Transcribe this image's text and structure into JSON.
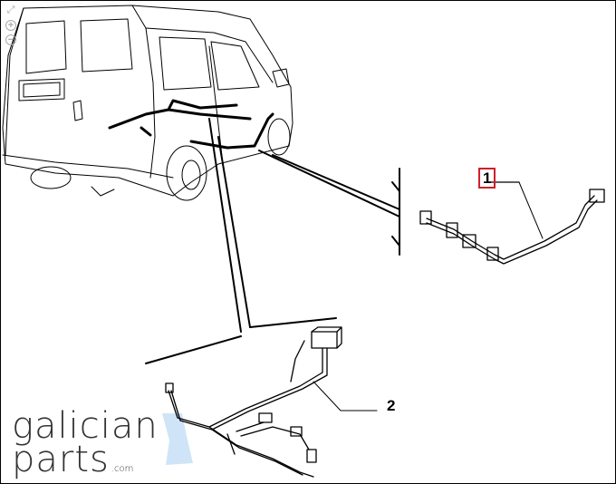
{
  "controls": {
    "fit_icon": "fit-screen-icon",
    "zoom_in_icon": "zoom-in-icon",
    "zoom_out_icon": "zoom-out-icon",
    "zoom_in_label": "+",
    "zoom_out_label": "−",
    "fit_label": "⤢"
  },
  "callouts": [
    {
      "label": "1"
    },
    {
      "label": "2"
    }
  ],
  "logo": {
    "line1": "galician",
    "line2": "parts",
    "suffix": ".com"
  },
  "colors": {
    "callout_border": "#d0202a",
    "logo_accent": "#cfe5f7"
  }
}
